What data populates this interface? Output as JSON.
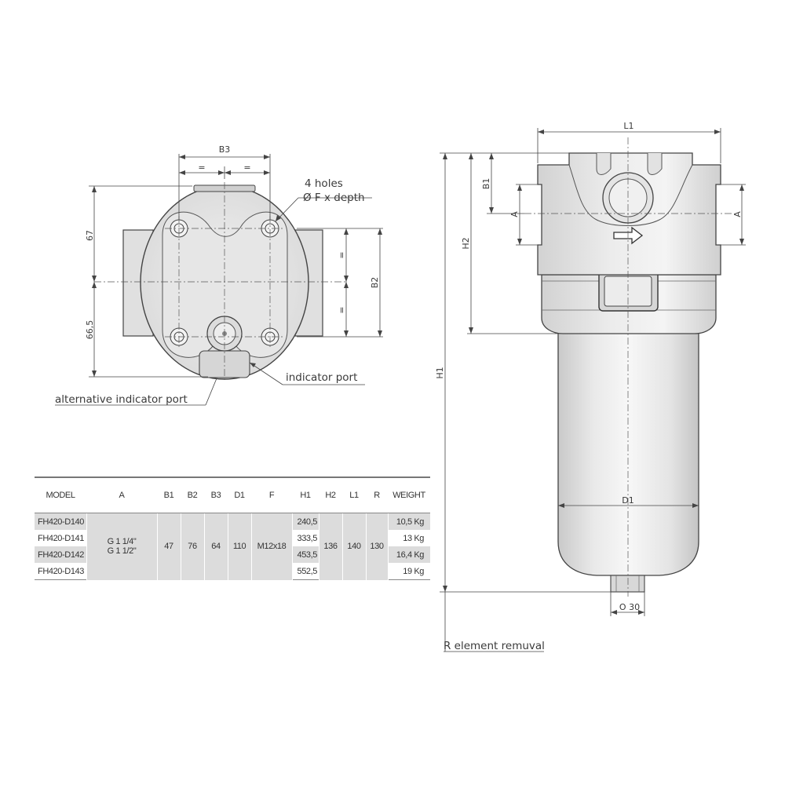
{
  "top_view": {
    "b3_label": "B3",
    "eq_labels": [
      "=",
      "="
    ],
    "left_dim_top": "67",
    "left_dim_bottom": "66,5",
    "right_eq_labels": [
      "=",
      "="
    ],
    "b2_label": "B2",
    "holes_line1": "4 holes",
    "holes_line2": "Ø F x depth",
    "indicator_port": "indicator port",
    "alt_indicator_port": "alternative indicator port"
  },
  "side_view": {
    "l1_label": "L1",
    "b1_label": "B1",
    "a_left": "A",
    "a_right": "A",
    "h2_label": "H2",
    "h1_label": "H1",
    "d1_label": "D1",
    "o30_label": "O 30",
    "r_label": "R element remuval"
  },
  "table": {
    "headers": [
      "MODEL",
      "A",
      "B1",
      "B2",
      "B3",
      "D1",
      "F",
      "H1",
      "H2",
      "L1",
      "R",
      "WEIGHT"
    ],
    "models": [
      "FH420-D140",
      "FH420-D141",
      "FH420-D142",
      "FH420-D143"
    ],
    "a_values": [
      "G 1 1/4\"",
      "G 1 1/2\""
    ],
    "b1": "47",
    "b2": "76",
    "b3": "64",
    "d1": "110",
    "f": "M12x18",
    "h1": [
      "240,5",
      "333,5",
      "453,5",
      "552,5"
    ],
    "h2": "136",
    "l1": "140",
    "r": "130",
    "weights": [
      "10,5 Kg",
      "13 Kg",
      "16,4 Kg",
      "19 Kg"
    ]
  }
}
